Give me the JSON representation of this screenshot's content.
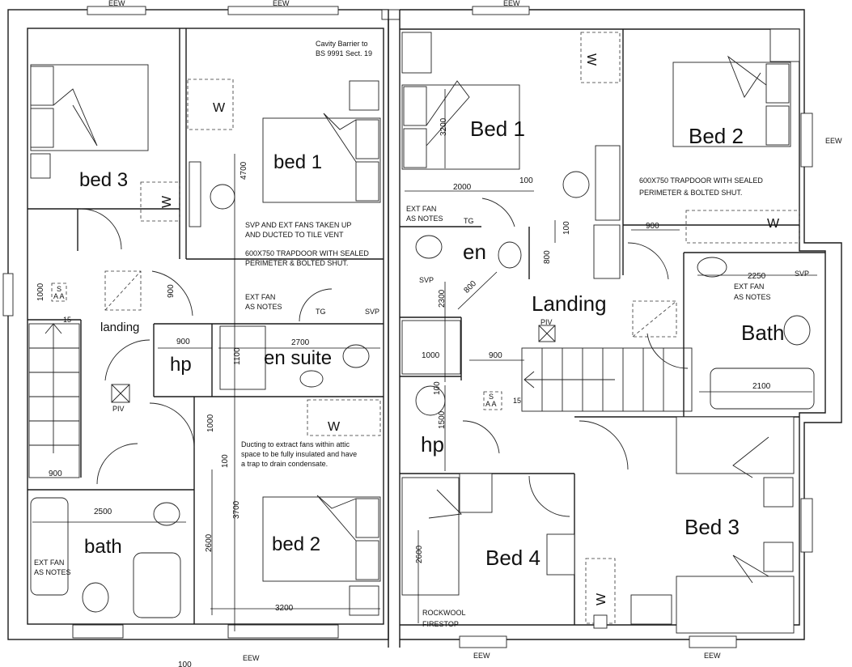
{
  "rooms": {
    "bed3_left": "bed 3",
    "bed1_left": "bed 1",
    "landing_left": "landing",
    "hp_left": "hp",
    "ensuite_left": "en suite",
    "bed2_left": "bed 2",
    "bath_left": "bath",
    "bed1_right": "Bed 1",
    "bed2_right": "Bed 2",
    "en_right": "en",
    "landing_right": "Landing",
    "bath_right": "Bath",
    "hp_right": "hp",
    "bed4_right": "Bed 4",
    "bed3_right": "Bed 3"
  },
  "notes": {
    "cavity_1": "Cavity Barrier to",
    "cavity_2": "BS 9991 Sect. 19",
    "svp_1": "SVP AND EXT FANS TAKEN UP",
    "svp_2": "AND DUCTED TO TILE VENT",
    "trap_left_1": "600X750 TRAPDOOR WITH SEALED",
    "trap_left_2": "PERIMETER & BOLTED SHUT.",
    "trap_right_1": "600X750 TRAPDOOR WITH SEALED",
    "trap_right_2": "PERIMETER & BOLTED SHUT.",
    "extfan_left_1": "EXT FAN",
    "extfan_left_2": "AS NOTES",
    "extfan_bath_1": "EXT FAN",
    "extfan_bath_2": "AS NOTES",
    "extfan_right_1": "EXT FAN",
    "extfan_right_2": "AS NOTES",
    "extfan_rbath_1": "EXT FAN",
    "extfan_rbath_2": "AS NOTES",
    "duct_1": "Ducting to extract fans within attic",
    "duct_2": "space to be fully insulated and have",
    "duct_3": "a trap to drain condensate.",
    "rockwool_1": "ROCKWOOL",
    "rockwool_2": "FIRESTOP"
  },
  "labels": {
    "eew": "EEW",
    "tg": "TG",
    "svp": "SVP",
    "piv": "PIV",
    "s": "S",
    "aa": "A A",
    "w": "W",
    "steps": "15"
  },
  "dims": {
    "d4700": "4700",
    "d1000a": "1000",
    "d900a": "900",
    "d900b": "900",
    "d1100": "1100",
    "d2700": "2700",
    "d1000b": "1000",
    "d100a": "100",
    "d3700": "3700",
    "d2600a": "2600",
    "d900c": "900",
    "d2500": "2500",
    "d3200a": "3200",
    "d100b": "100",
    "d3200b": "3200",
    "d2000": "2000",
    "d100c": "100",
    "d100d": "100",
    "d800a": "800",
    "d800b": "800",
    "d2300": "2300",
    "d1000c": "1000",
    "d900d": "900",
    "d900e": "900",
    "d2250": "2250",
    "d2100": "2100",
    "d100e": "100",
    "d1500": "1500",
    "d2600b": "2600"
  }
}
